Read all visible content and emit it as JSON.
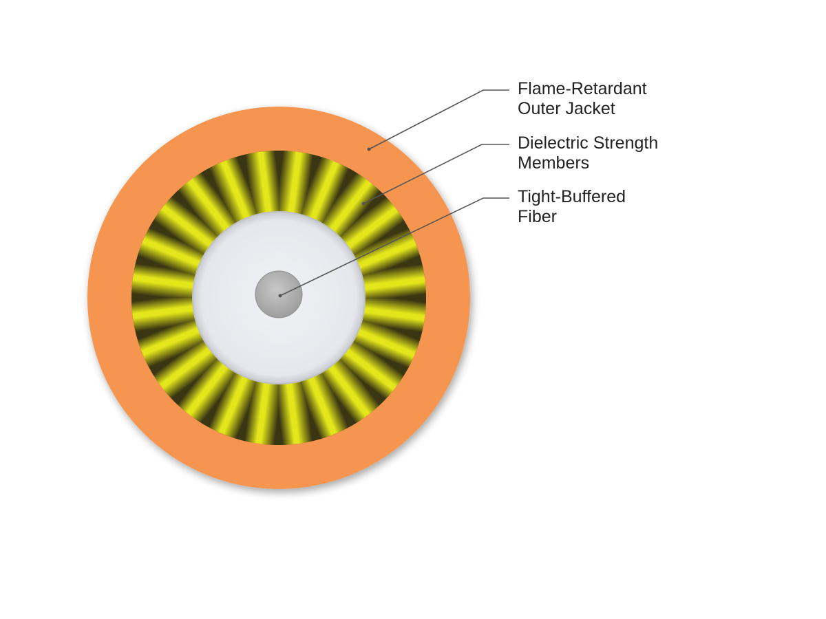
{
  "diagram": {
    "labels": {
      "outer_jacket": {
        "line1": "Flame-Retardant",
        "line2": "Outer Jacket"
      },
      "strength_members": {
        "line1": "Dielectric Strength",
        "line2": "Members"
      },
      "fiber": {
        "line1": "Tight-Buffered",
        "line2": "Fiber"
      }
    },
    "colors": {
      "jacket": "#f5954f",
      "strength_light": "#e2e61a",
      "strength_dark": "#3a3512",
      "buffer": "#e8e9ee",
      "fiber_core": "#b3b3b3",
      "leader_line": "#555555"
    }
  }
}
